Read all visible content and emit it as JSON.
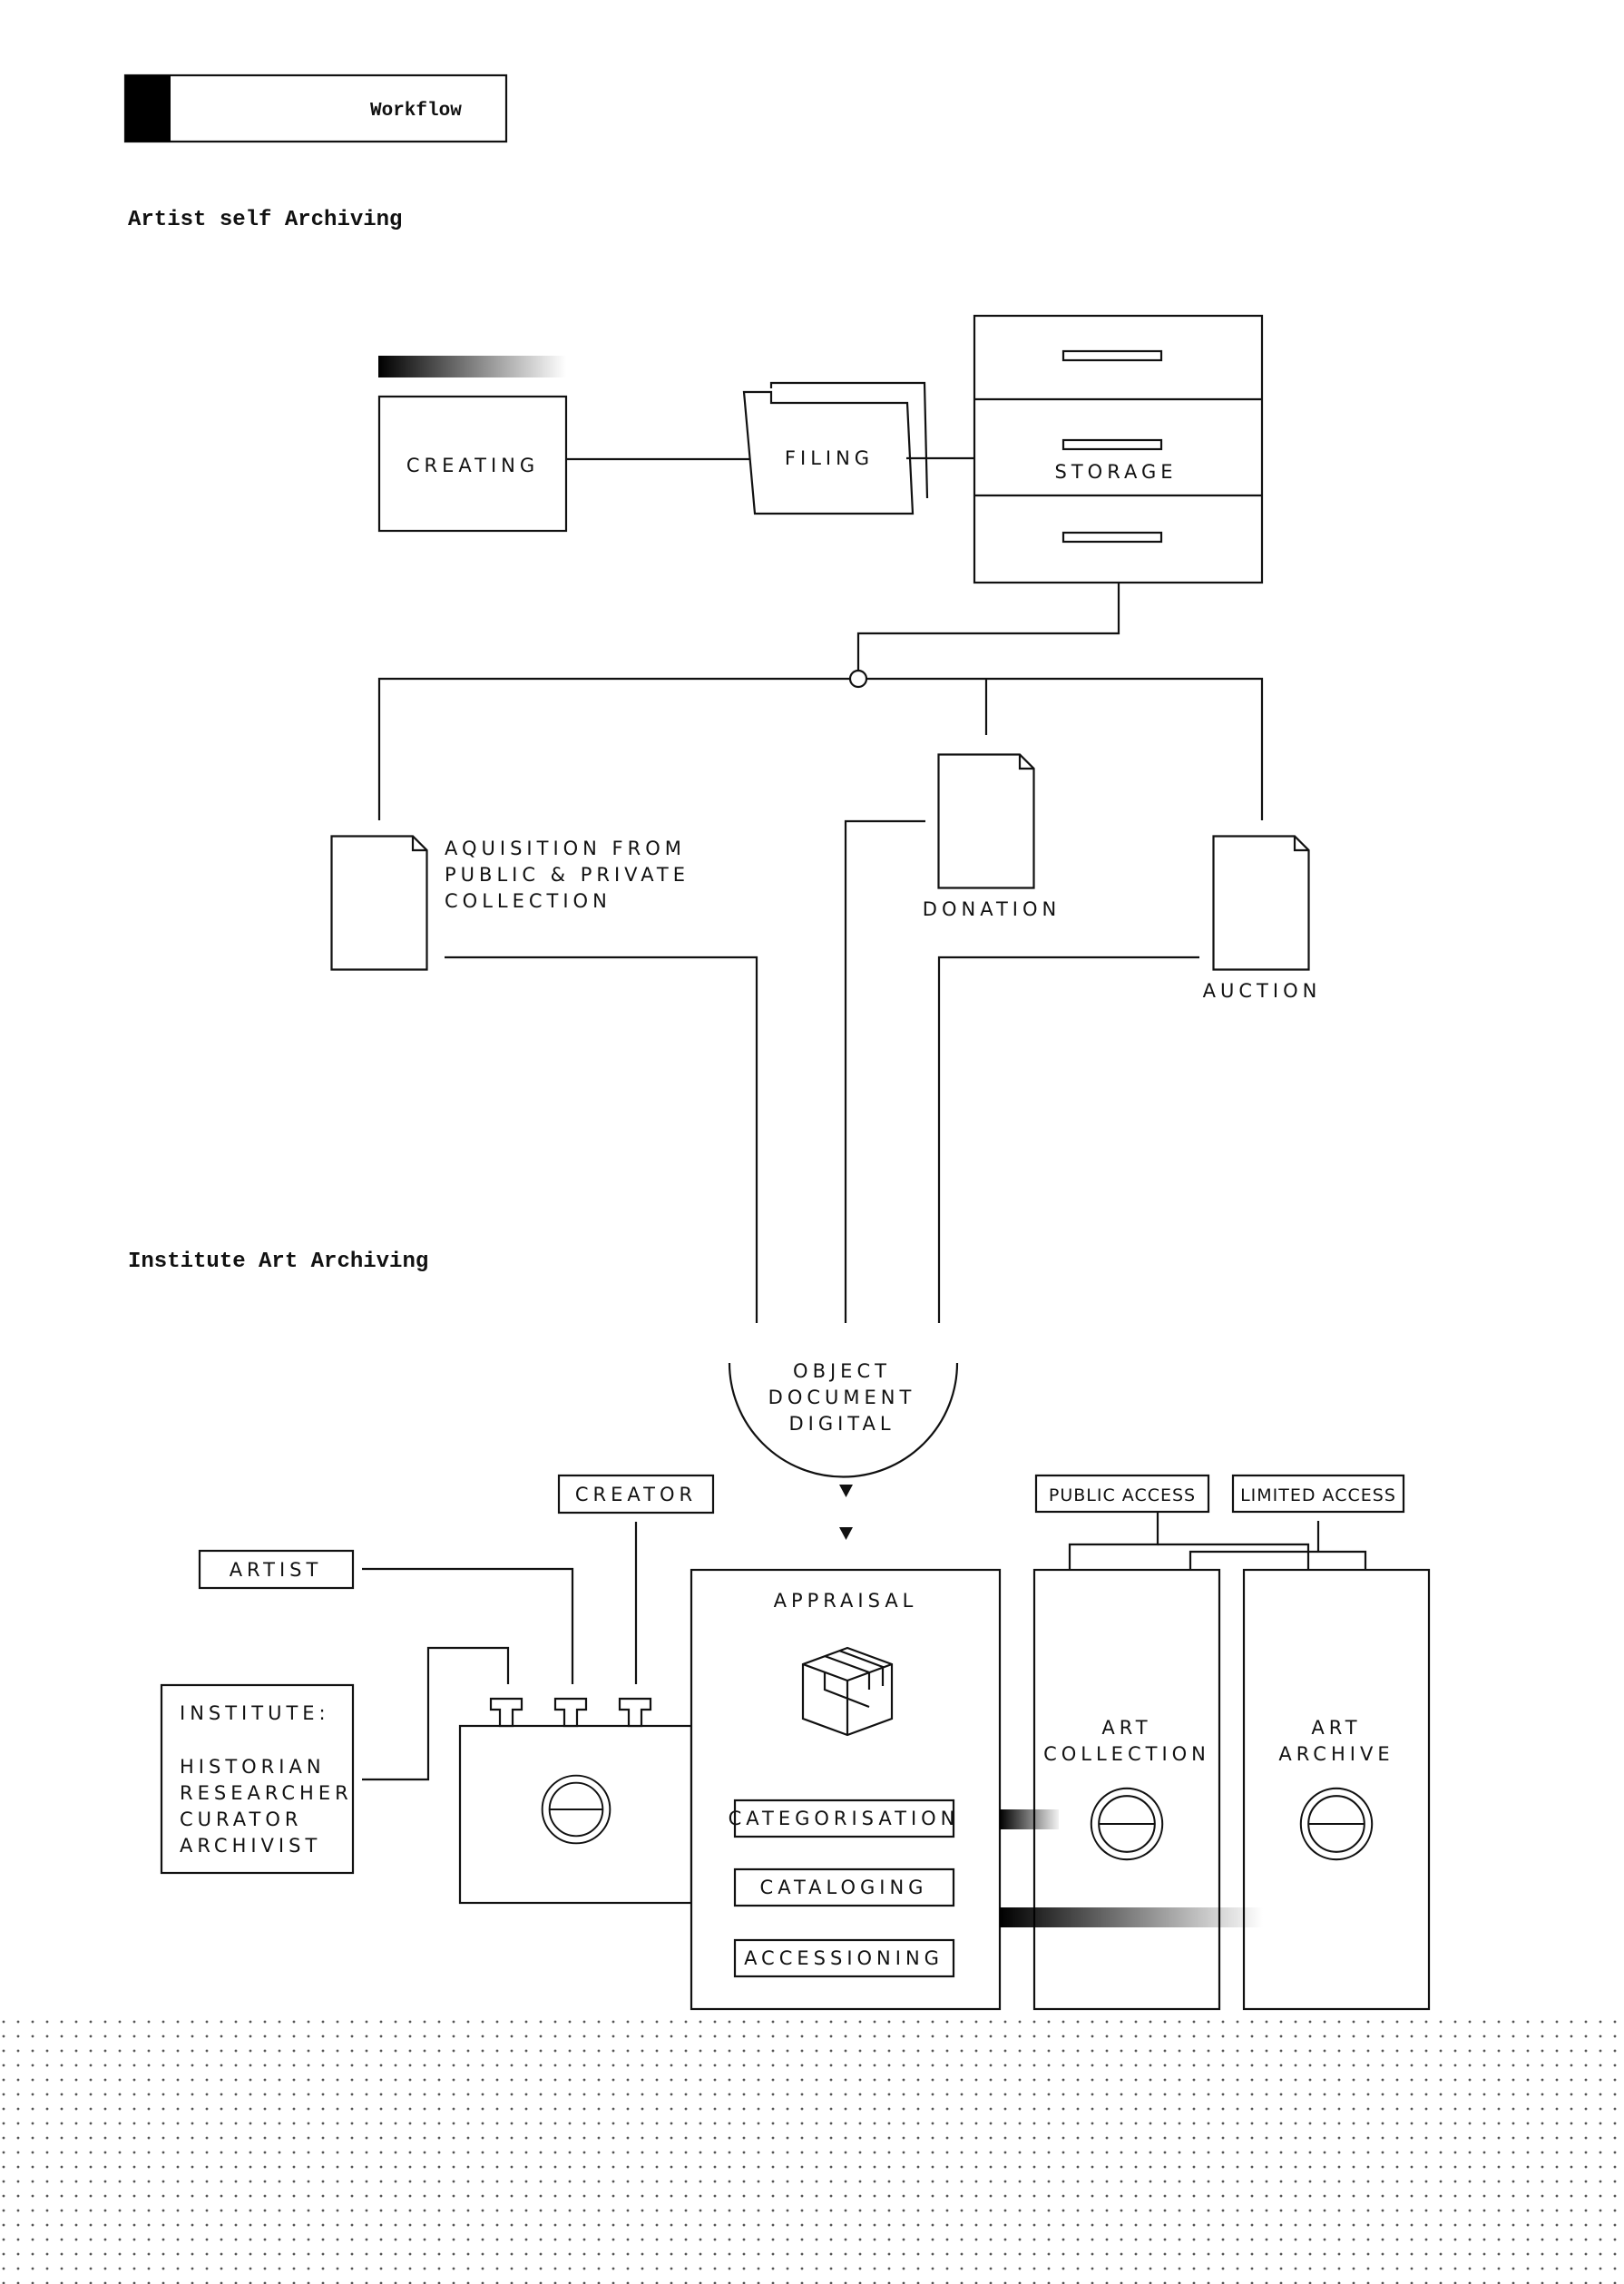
{
  "header": {
    "tab_label": "Workflow"
  },
  "sections": {
    "artist_self": "Artist self Archiving",
    "institute": "Institute Art Archiving"
  },
  "artist_flow": {
    "creating": "CREATING",
    "filing": "FILING",
    "storage": "STORAGE",
    "acquisition": [
      "AQUISITION FROM",
      "PUBLIC & PRIVATE",
      "COLLECTION"
    ],
    "donation": "DONATION",
    "auction": "AUCTION"
  },
  "institute_flow": {
    "intake": [
      "OBJECT",
      "DOCUMENT",
      "DIGITAL"
    ],
    "creator": "CREATOR",
    "artist": "ARTIST",
    "institute_roles": [
      "INSTITUTE:",
      "HISTORIAN",
      "RESEARCHER",
      "CURATOR",
      "ARCHIVIST"
    ],
    "appraisal": "APPRAISAL",
    "steps": [
      "CATEGORISATION",
      "CATALOGING",
      "ACCESSIONING"
    ],
    "public_access": "PUBLIC ACCESS",
    "limited_access": "LIMITED ACCESS",
    "art_collection": [
      "ART",
      "COLLECTION"
    ],
    "art_archive": [
      "ART",
      "ARCHIVE"
    ]
  },
  "colors": {
    "ink": "#111111",
    "paper": "#ffffff",
    "dots": "#555555"
  }
}
